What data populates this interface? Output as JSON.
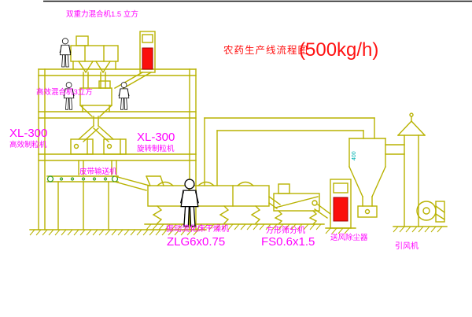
{
  "title": {
    "text": "农药生产线流程图",
    "capacity": "(500kg/h)"
  },
  "equipment": {
    "top_mixer": {
      "label": "双重力混合机1.5 立方"
    },
    "mid_mixer": {
      "label": "高效混合机3立方"
    },
    "granulator_left": {
      "model": "XL-300",
      "name": "高效制粒机"
    },
    "granulator_right": {
      "model": "XL-300",
      "name": "旋转制粒机"
    },
    "belt_conveyor": {
      "name": "皮带输送机"
    },
    "dryer": {
      "name": "振动流化床干燥机",
      "model": "ZLG6x0.75"
    },
    "sieve": {
      "name": "方形筛分机",
      "model": "FS0.6x1.5"
    },
    "dust_collector": {
      "name": "送风除尘器"
    },
    "fan": {
      "name": "引风机"
    }
  },
  "dimensions": {
    "cyclone_outlet": "400"
  },
  "colors": {
    "line": "#b8b200",
    "label": "#ff00ff",
    "title": "#ff1111",
    "machine_red": "#fb0f0c",
    "accent_green": "#35a02c",
    "dimension": "#00b3b3"
  }
}
